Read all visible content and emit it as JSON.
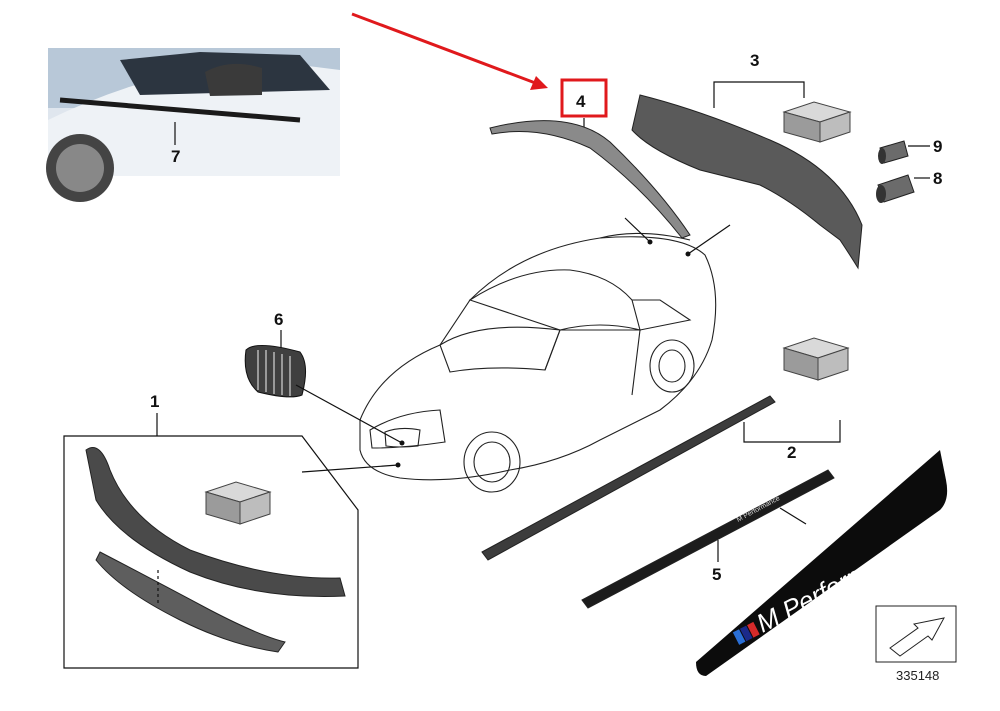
{
  "diagram": {
    "callouts": {
      "c1": "1",
      "c2": "2",
      "c3": "3",
      "c4": "4",
      "c5": "5",
      "c6": "6",
      "c7": "7",
      "c8": "8",
      "c9": "9"
    },
    "photo_callout": "7",
    "decal_large_text": "M Performance",
    "decal_small_text": "M Performance",
    "diagram_number": "335148",
    "highlight_color": "#e0191c",
    "part_color": "#4a4a4a"
  }
}
